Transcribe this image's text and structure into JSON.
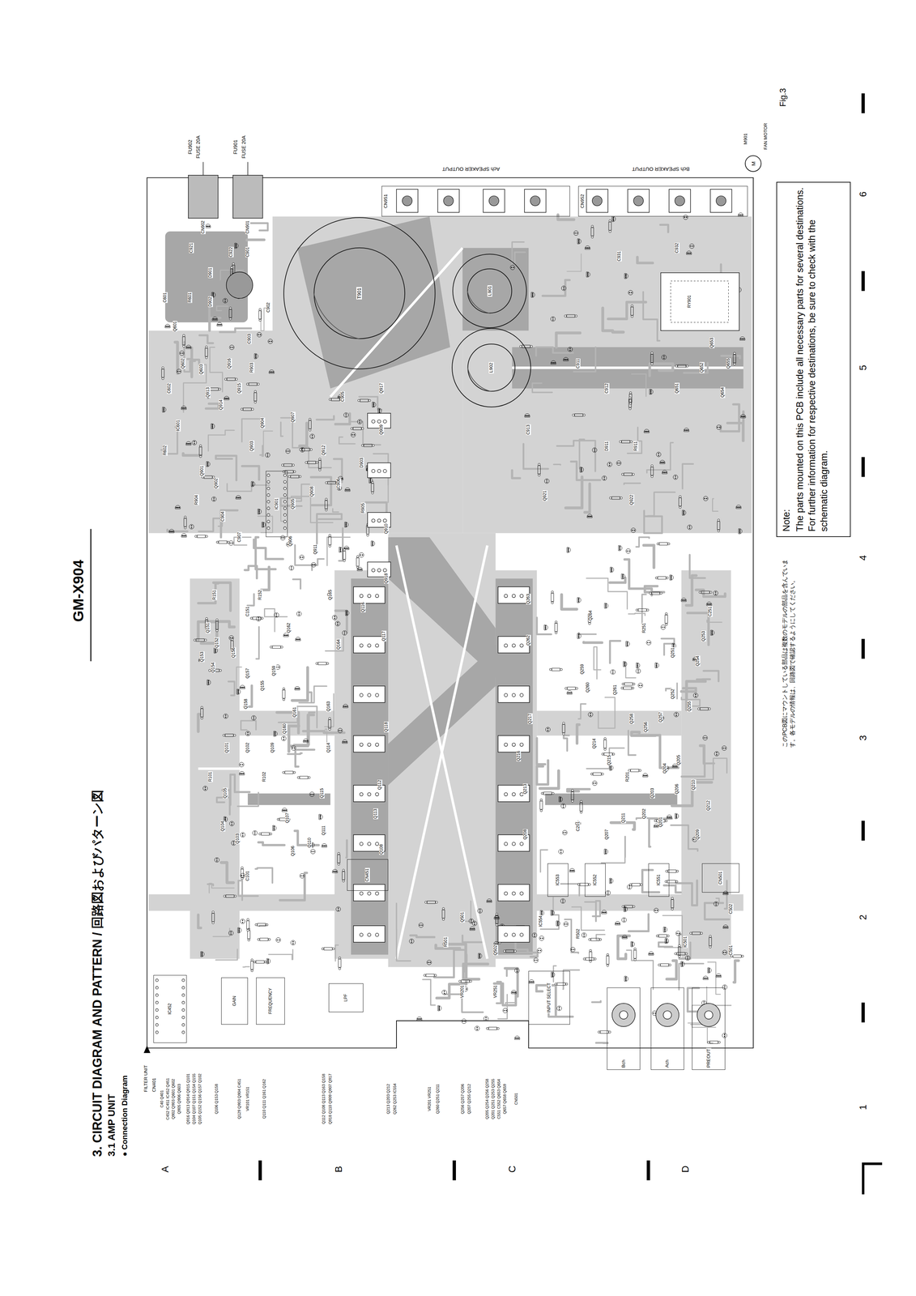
{
  "diagram": {
    "title": "3. CIRCUIT DIAGRAM AND PATTERN / 回路図およびパターン図",
    "nodes": [
      {
        "text": [
          "Note:",
          "The parts mounted on this PCB include all necessary parts for several destinations. For further information for respective destinations, be sure to check with the schematic diagram."
        ]
      },
      {
        "text": [
          "M"
        ]
      },
      {
        "text": [
          "T901"
        ]
      },
      {
        "text": [
          "L901"
        ]
      },
      {
        "text": [
          "L902"
        ]
      },
      {
        "text": [
          "CN951"
        ]
      },
      {
        "text": [
          "CN952"
        ]
      },
      {
        "text": [
          "IC901"
        ]
      },
      {
        "text": [
          "CN451"
        ]
      },
      {
        "text": [
          "IC452"
        ]
      },
      {
        "text": [
          "GAIN"
        ]
      },
      {
        "text": [
          "FREQUENCY"
        ]
      },
      {
        "text": [
          "LPF"
        ]
      },
      {
        "text": [
          "INPUT SELECT"
        ]
      },
      {
        "text": [
          "IC553"
        ]
      },
      {
        "text": [
          "IC552"
        ]
      },
      {
        "text": [
          "IC551"
        ]
      },
      {
        "text": [
          "CN501"
        ]
      },
      {
        "text": [
          "Bch"
        ]
      },
      {
        "text": [
          "Ach"
        ]
      },
      {
        "text": [
          "PREOUT"
        ]
      }
    ],
    "labels": [
      "GM-X904",
      "3.1 AMP UNIT",
      "● Connection Diagram",
      "A",
      "B",
      "C",
      "D",
      "1",
      "2",
      "3",
      "4",
      "5",
      "6",
      "Fig.3",
      "このPCB図にマウントしている部品は複数のモデルの部品を含んでいます。各モデルの情報は、回路図で確認するようにしてください。",
      "FILTER UNIT",
      "CN401",
      "FU902",
      "FUSE 20A",
      "FU901",
      "FUSE 20A",
      "M901",
      "FAN MOTOR",
      "Ach SPEAKER OUTPUT",
      "Bch SPEAKER OUTPUT",
      "C40 Q401",
      "C452 IC451 IC452 Q451",
      "Q902 Q903 Q601 Q602",
      "Q905 Q906 Q603",
      "Q916 Q913 Q914 Q915 Q101",
      "Q104 Q107 Q151 Q154 Q155",
      "Q105 Q152 Q156 Q157 Q102",
      "Q106 Q153 Q158",
      "Q129 Q903 Q904 C451",
      "VR101 VR151",
      "Q110 Q111 Q161 Q162",
      "Q112 Q108 Q113 Q163 Q158",
      "Q918 Q110 Q909 Q907 Q917",
      "Q213 Q203 Q212",
      "Q262 Q253 IC554",
      "VR201 VR251",
      "Q260 Q251 Q211",
      "Q256 Q257 Q206",
      "Q207 Q255 Q212",
      "Q205 Q254 Q256 Q258",
      "Q201 Q251 Q253 Q255",
      "C551 C552 Q653 Q654",
      "Q657 Q658 Q659",
      "CN501",
      "CN902",
      "CN901",
      "Q601",
      "C601",
      "R601",
      "Q602",
      "Q603",
      "C602",
      "IC601",
      "R602",
      "Q913",
      "Q914",
      "Q915",
      "Q916",
      "R903",
      "C901",
      "C902",
      "C903",
      "D901",
      "D902",
      "C921",
      "C922",
      "Q901",
      "Q902",
      "R904",
      "C904",
      "Q903",
      "Q904",
      "Q905",
      "Q906",
      "Q907",
      "Q908",
      "Q909",
      "Q910",
      "Q911",
      "Q912",
      "Q917",
      "Q918",
      "C905",
      "C906",
      "D903",
      "R905",
      "C907",
      "Q151",
      "Q152",
      "Q153",
      "Q154",
      "Q155",
      "Q156",
      "Q157",
      "Q158",
      "Q159",
      "Q160",
      "Q161",
      "Q162",
      "Q163",
      "Q164",
      "Q165",
      "Q101",
      "Q102",
      "Q103",
      "Q104",
      "Q105",
      "Q106",
      "Q107",
      "Q108",
      "Q109",
      "Q110",
      "Q111",
      "Q112",
      "Q113",
      "Q114",
      "Q115",
      "Q116",
      "Q117",
      "Q118",
      "R101",
      "R102",
      "R151",
      "R152",
      "C101",
      "C151",
      "Q201",
      "Q202",
      "Q203",
      "Q204",
      "Q205",
      "Q206",
      "Q207",
      "Q208",
      "Q209",
      "Q210",
      "Q211",
      "Q212",
      "Q213",
      "Q214",
      "Q215",
      "Q216",
      "Q217",
      "Q251",
      "Q252",
      "Q253",
      "Q254",
      "Q255",
      "Q256",
      "Q257",
      "Q258",
      "Q259",
      "Q260",
      "Q261",
      "Q262",
      "Q263",
      "Q264",
      "R201",
      "R251",
      "C201",
      "C251",
      "Q651",
      "Q652",
      "Q653",
      "Q654",
      "Q655",
      "Q921",
      "Q922",
      "C911",
      "C912",
      "D911",
      "RY901",
      "C913",
      "R911",
      "C931",
      "C932",
      "IC554",
      "Q501",
      "Q502",
      "C501",
      "C502",
      "R501",
      "R502",
      "IC501",
      "VR201",
      "VR251"
    ]
  }
}
